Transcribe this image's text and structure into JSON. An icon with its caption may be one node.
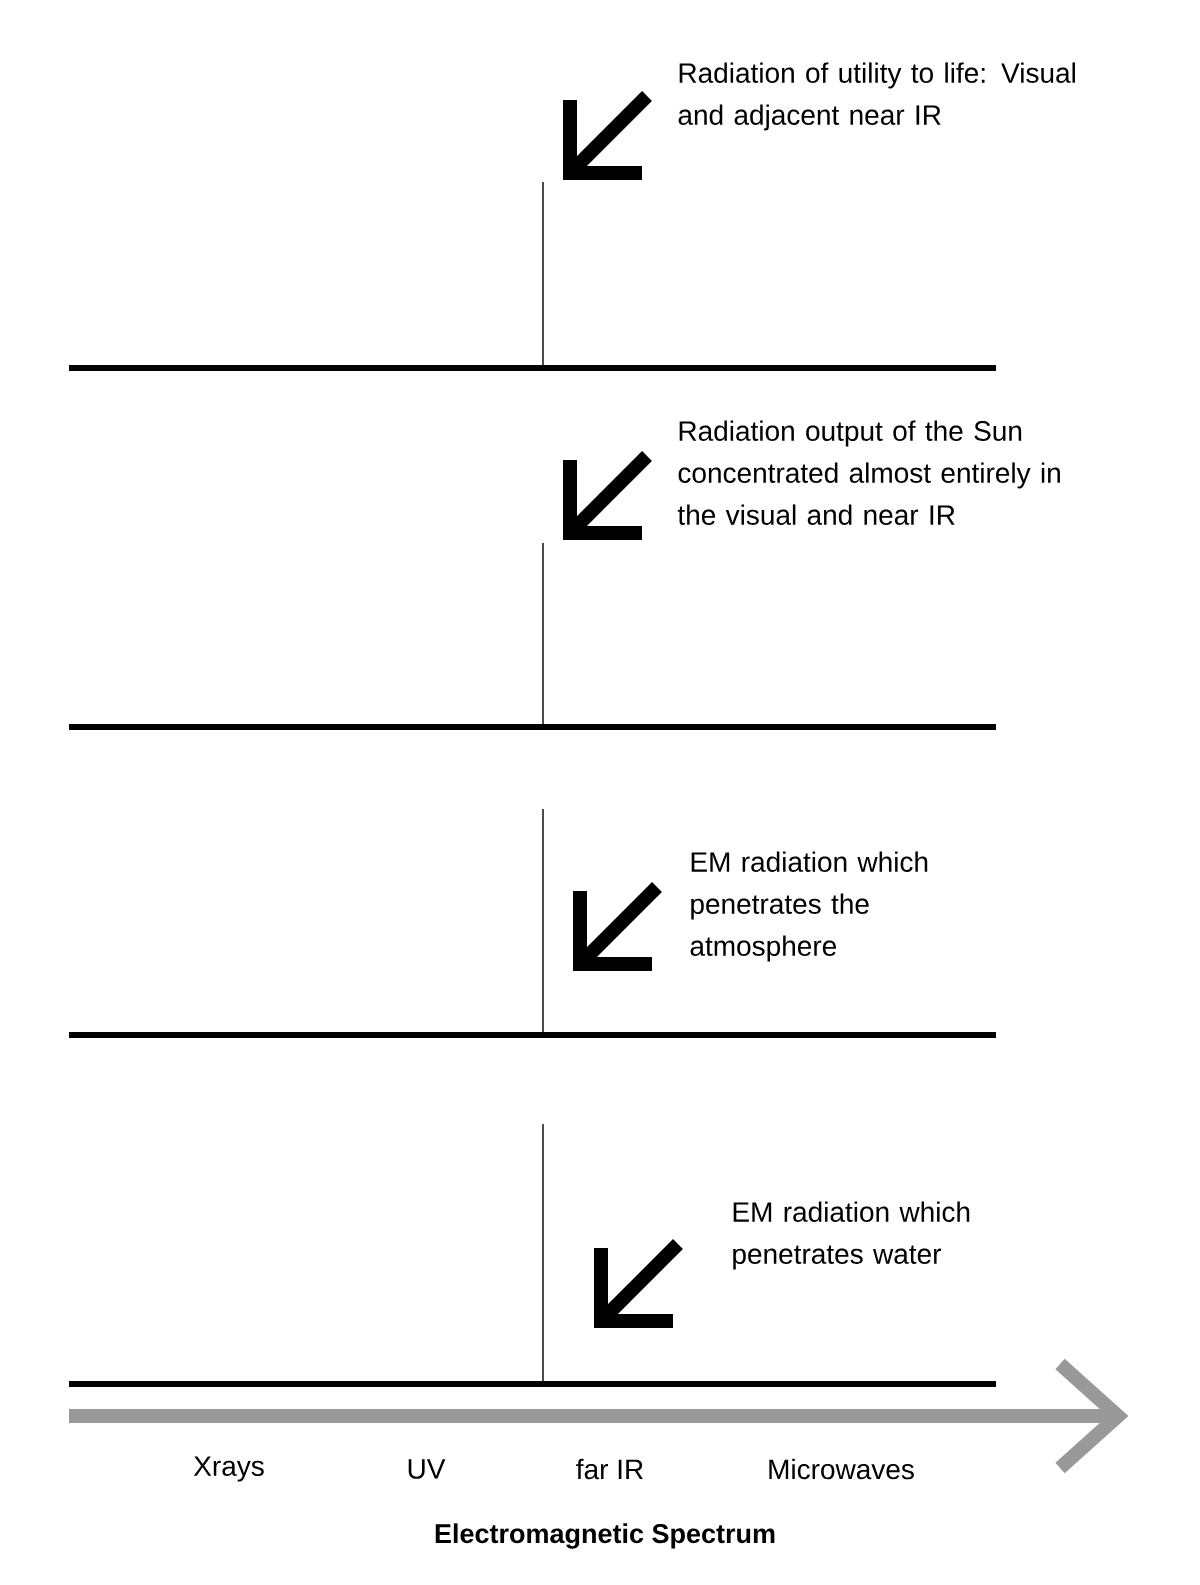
{
  "diagram": {
    "caption": "Electromagnetic Spectrum",
    "labels": [
      "Radiation of utility to life: Visual and adjacent near IR",
      "Radiation output of the Sun concentrated almost entirely in the visual and near IR",
      "EM radiation which penetrates the atmosphere",
      "EM radiation which penetrates water",
      "Xrays",
      "UV",
      "far IR",
      "Microwaves"
    ]
  }
}
